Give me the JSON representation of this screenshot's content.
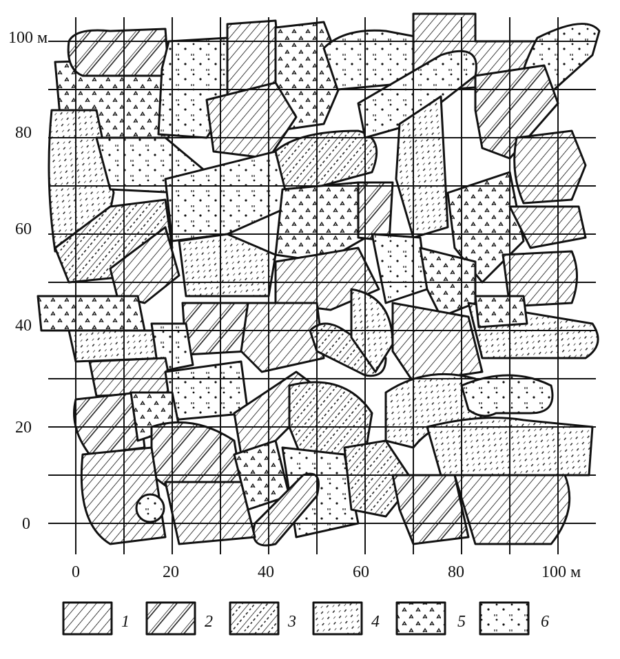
{
  "axes": {
    "y_labels": [
      "100 м",
      "80",
      "60",
      "40",
      "20",
      "0"
    ],
    "x_labels": [
      "0",
      "20",
      "40",
      "60",
      "80",
      "100 м"
    ]
  },
  "legend": [
    {
      "pattern": "fine-diagonal-hatch",
      "label": "1"
    },
    {
      "pattern": "double-diagonal-hatch",
      "label": "2"
    },
    {
      "pattern": "diagonal-hatch-with-marks",
      "label": "3"
    },
    {
      "pattern": "short-dashes",
      "label": "4"
    },
    {
      "pattern": "star-symbols",
      "label": "5"
    },
    {
      "pattern": "dots-and-quotes",
      "label": "6"
    }
  ],
  "colors": {
    "ink": "#111111",
    "paper": "#ffffff"
  }
}
